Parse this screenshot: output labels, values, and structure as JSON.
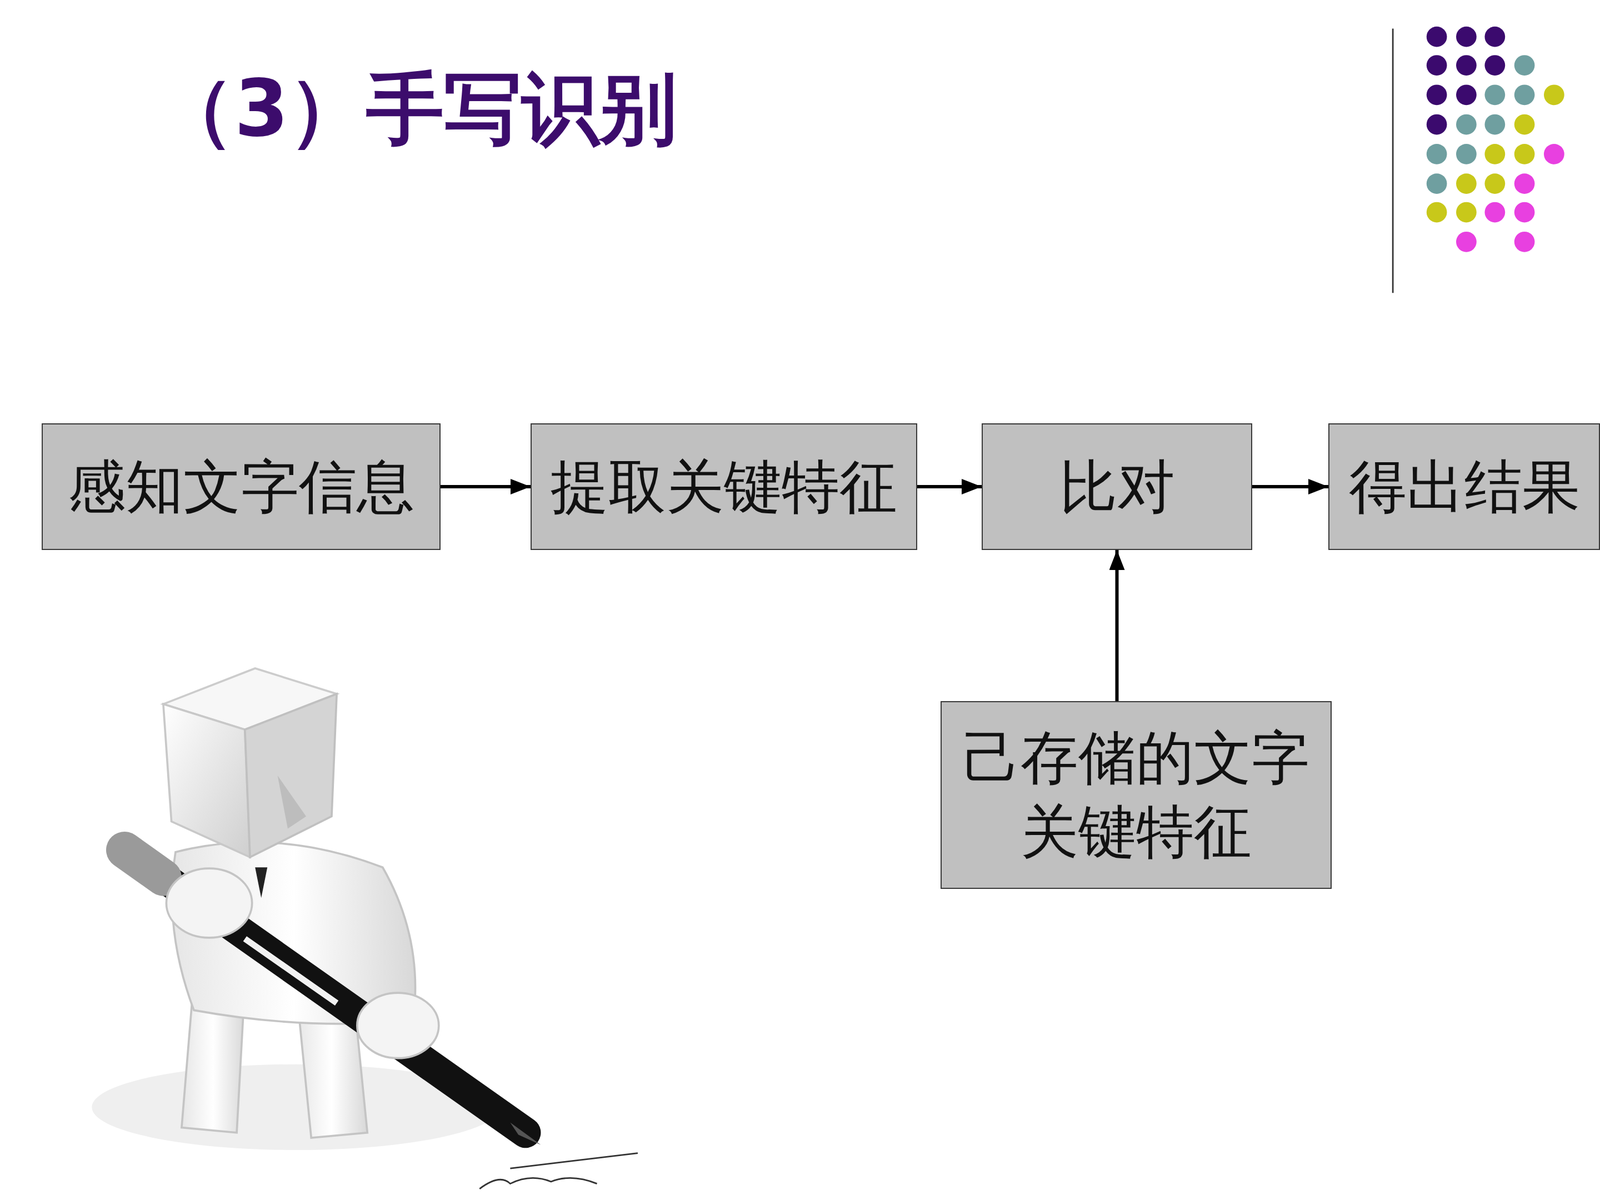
{
  "diagram": {
    "title": "（3）手写识别",
    "nodes": [
      {
        "text": [
          "感知文字信息"
        ]
      },
      {
        "text": [
          "提取关键特征"
        ]
      },
      {
        "text": [
          "比对"
        ]
      },
      {
        "text": [
          "得出结果"
        ]
      },
      {
        "text": [
          "己存储的文字关键特征"
        ]
      }
    ],
    "edges": [
      {
        "from": 0,
        "to": 1,
        "arrow": "to"
      },
      {
        "from": 1,
        "to": 2,
        "arrow": "to"
      },
      {
        "from": 2,
        "to": 3,
        "arrow": "to"
      },
      {
        "from": 4,
        "to": 2,
        "arrow": "to"
      }
    ]
  }
}
